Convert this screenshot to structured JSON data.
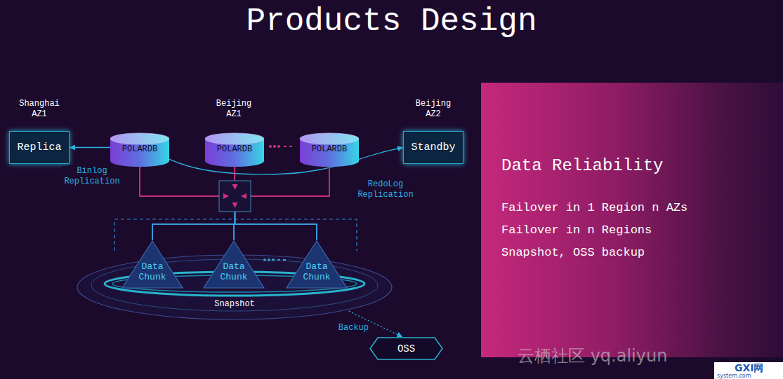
{
  "diagram": {
    "title": "Products Design",
    "nodes": [
      {
        "text": [
          "Shanghai AZ1",
          "Replica"
        ]
      },
      {
        "text": [
          "POLARDB"
        ]
      },
      {
        "text": [
          "POLARDB"
        ]
      },
      {
        "text": [
          "POLARDB"
        ]
      },
      {
        "text": [
          "Beijing AZ2",
          "Standby"
        ]
      },
      {
        "text": [
          "Snapshot"
        ]
      },
      {
        "text": [
          "Data Chunk"
        ],
        "in": 5
      },
      {
        "text": [
          "Data Chunk"
        ],
        "in": 5
      },
      {
        "text": [
          "Data Chunk"
        ],
        "in": 5
      },
      {
        "text": [
          "OSS"
        ]
      },
      {
        "text": [
          "Data Reliability",
          "Failover in 1 Region n AZs",
          "Failover in n Regions",
          "Snapshot, OSS backup"
        ]
      }
    ],
    "edges": [
      {
        "from": 1,
        "to": 0,
        "arrow": "to",
        "label": "Binlog Replication"
      },
      {
        "from": 1,
        "to": 4,
        "arrow": "to",
        "label": "RedoLog Replication"
      },
      {
        "from": 1,
        "to": 6,
        "arrow": "none"
      },
      {
        "from": 1,
        "to": 7,
        "arrow": "none"
      },
      {
        "from": 1,
        "to": 8,
        "arrow": "none"
      },
      {
        "from": 2,
        "to": 6,
        "arrow": "none"
      },
      {
        "from": 2,
        "to": 7,
        "arrow": "none"
      },
      {
        "from": 2,
        "to": 8,
        "arrow": "none"
      },
      {
        "from": 3,
        "to": 6,
        "arrow": "none"
      },
      {
        "from": 3,
        "to": 7,
        "arrow": "none"
      },
      {
        "from": 3,
        "to": 8,
        "arrow": "none"
      },
      {
        "from": 5,
        "to": 9,
        "arrow": "to",
        "label": "Backup"
      }
    ],
    "labels": [
      "Beijing AZ1",
      "云栖社区 yq.aliyun",
      "GXI网",
      "system.com"
    ]
  }
}
